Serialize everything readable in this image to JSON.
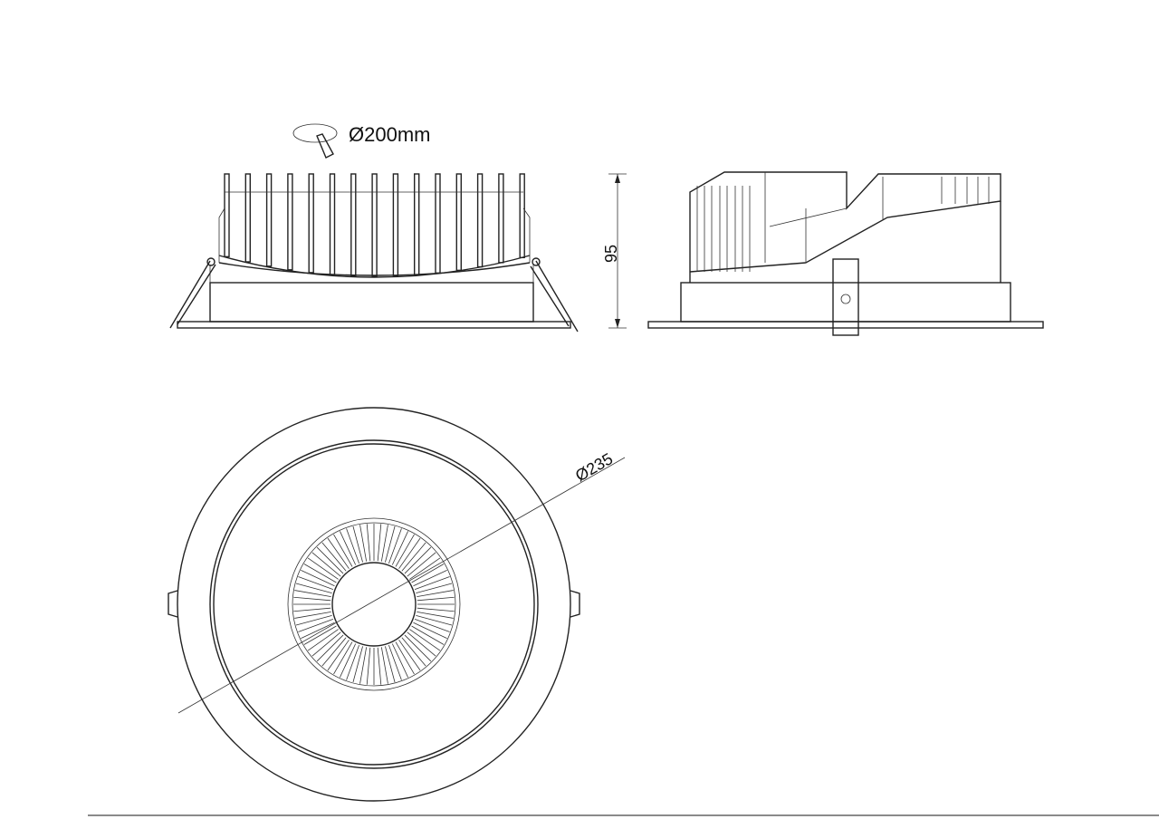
{
  "drawing": {
    "cutout_label": "Ø200mm",
    "height_label": "95",
    "diameter_label": "Ø235"
  },
  "colors": {
    "line": "#222222",
    "background": "#ffffff"
  }
}
